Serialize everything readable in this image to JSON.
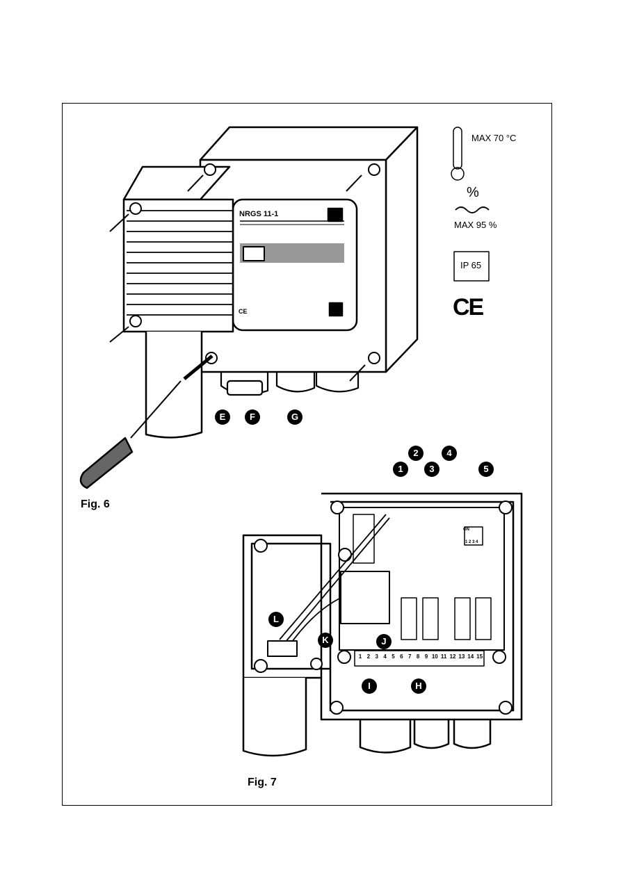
{
  "fig6": {
    "caption": "Fig. 6",
    "device_name": "NRGS 11-1",
    "ce_small": "CE",
    "callouts": [
      "E",
      "F",
      "G"
    ]
  },
  "fig7": {
    "caption": "Fig. 7",
    "callouts_top": [
      "1",
      "2",
      "3",
      "4",
      "5"
    ],
    "callouts_side": [
      "H",
      "I",
      "J",
      "K",
      "L"
    ],
    "terminals": [
      "1",
      "2",
      "3",
      "4",
      "5",
      "6",
      "7",
      "8",
      "9",
      "10",
      "11",
      "12",
      "13",
      "14",
      "15"
    ],
    "dip_on": "ON",
    "dip_numbers": "1 2 3 4"
  },
  "specs": {
    "temp": "MAX 70 °C",
    "percent": "%",
    "humidity": "MAX 95 %",
    "ip": "IP 65",
    "ce": "CE"
  }
}
